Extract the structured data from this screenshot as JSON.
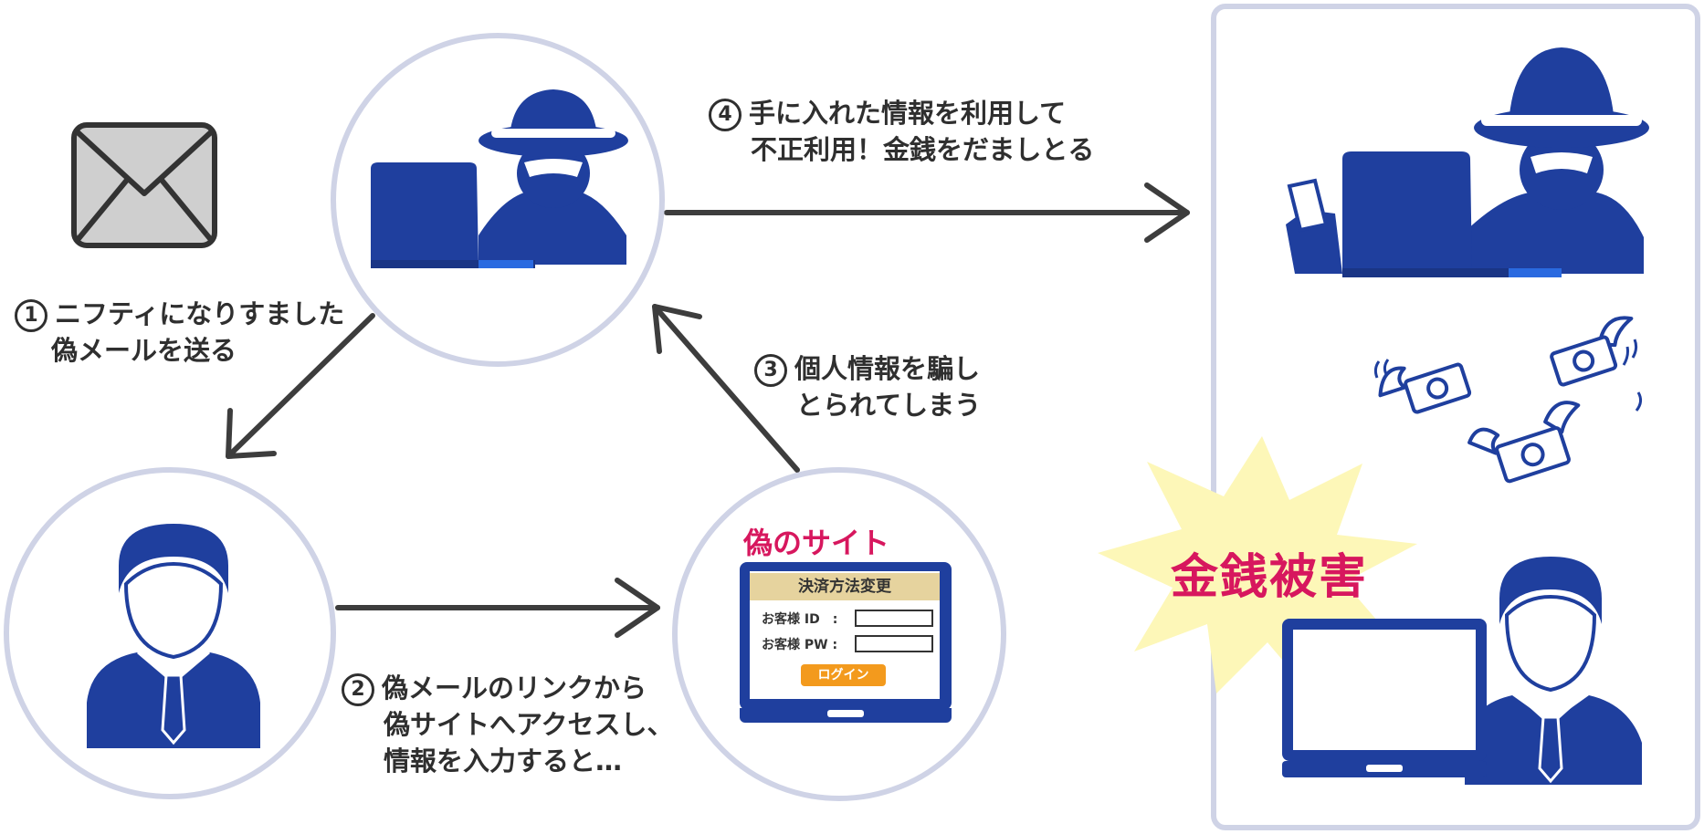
{
  "steps": {
    "step1": {
      "num": "1",
      "line1": "ニフティになりすました",
      "line2": "偽メールを送る"
    },
    "step2": {
      "num": "2",
      "line1": "偽メールのリンクから",
      "line2": "偽サイトへアクセスし、",
      "line3": "情報を入力すると…"
    },
    "step3": {
      "num": "3",
      "line1": "個人情報を騙し",
      "line2": "とられてしまう"
    },
    "step4": {
      "num": "4",
      "line1": "手に入れた情報を利用して",
      "line2": "不正利用！金銭をだましとる"
    }
  },
  "fake_site": {
    "title": "偽のサイト",
    "form_title": "決済方法変更",
    "id_label": "お客様 ID　:",
    "pw_label": "お客様 PW :",
    "login_label": "ログイン"
  },
  "damage": {
    "label": "金銭被害"
  },
  "icons": {
    "mail": "envelope-icon",
    "hacker": "hacker-with-laptop-icon",
    "user": "businessman-icon",
    "money": "flying-yen-bills-icon",
    "burst": "explosion-burst-icon"
  },
  "colors": {
    "primary": "#1f3f9e",
    "accent": "#d7175e",
    "ring": "#cfd3e6",
    "burst": "#fdf7b8",
    "button": "#f39a1d",
    "form_header": "#e6d39e"
  }
}
